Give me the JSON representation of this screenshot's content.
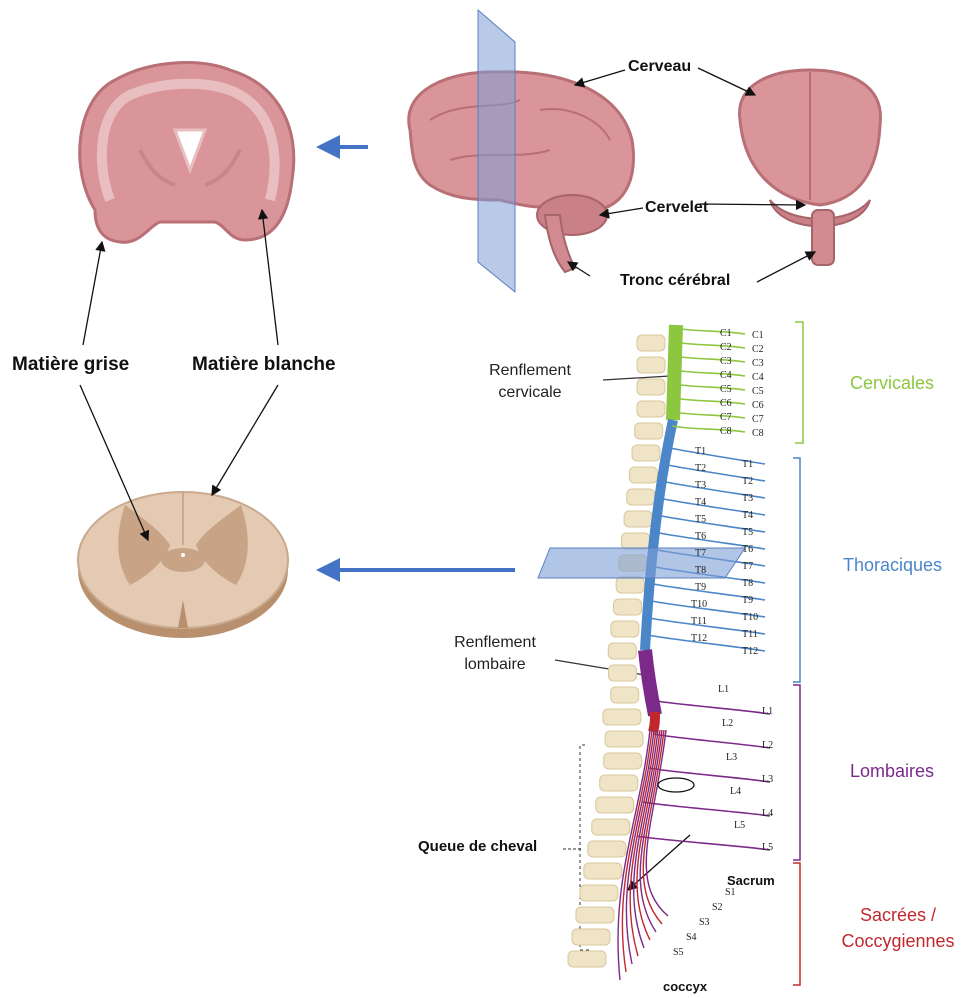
{
  "labels": {
    "cerveau": "Cerveau",
    "cervelet": "Cervelet",
    "tronc": "Tronc cérébral",
    "matiere_grise": "Matière grise",
    "matiere_blanche": "Matière blanche",
    "renfl_cerv_1": "Renflement",
    "renfl_cerv_2": "cervicale",
    "renfl_lomb_1": "Renflement",
    "renfl_lomb_2": "lombaire",
    "queue": "Queue de cheval",
    "sacrum": "Sacrum",
    "coccyx": "coccyx"
  },
  "regions": {
    "cervicales": "Cervicales",
    "thoraciques": "Thoraciques",
    "lombaires": "Lombaires",
    "sacrees_1": "Sacrées /",
    "sacrees_2": "Coccygiennes"
  },
  "colors": {
    "cervical": "#8dc63f",
    "thoracic": "#4a86c8",
    "lumbar": "#7b2a8a",
    "sacral": "#c0282e",
    "brain": "#d9959a",
    "arrow": "#4472c4"
  },
  "vertebra_labels": {
    "cervical": [
      "C1",
      "C2",
      "C3",
      "C4",
      "C5",
      "C6",
      "C7",
      "C8"
    ],
    "thoracic": [
      "T1",
      "T2",
      "T3",
      "T4",
      "T5",
      "T6",
      "T7",
      "T8",
      "T9",
      "T10",
      "T11",
      "T12"
    ],
    "lumbar": [
      "L1",
      "L2",
      "L3",
      "L4",
      "L5"
    ],
    "sacral": [
      "S1",
      "S2",
      "S3",
      "S4",
      "S5"
    ]
  }
}
